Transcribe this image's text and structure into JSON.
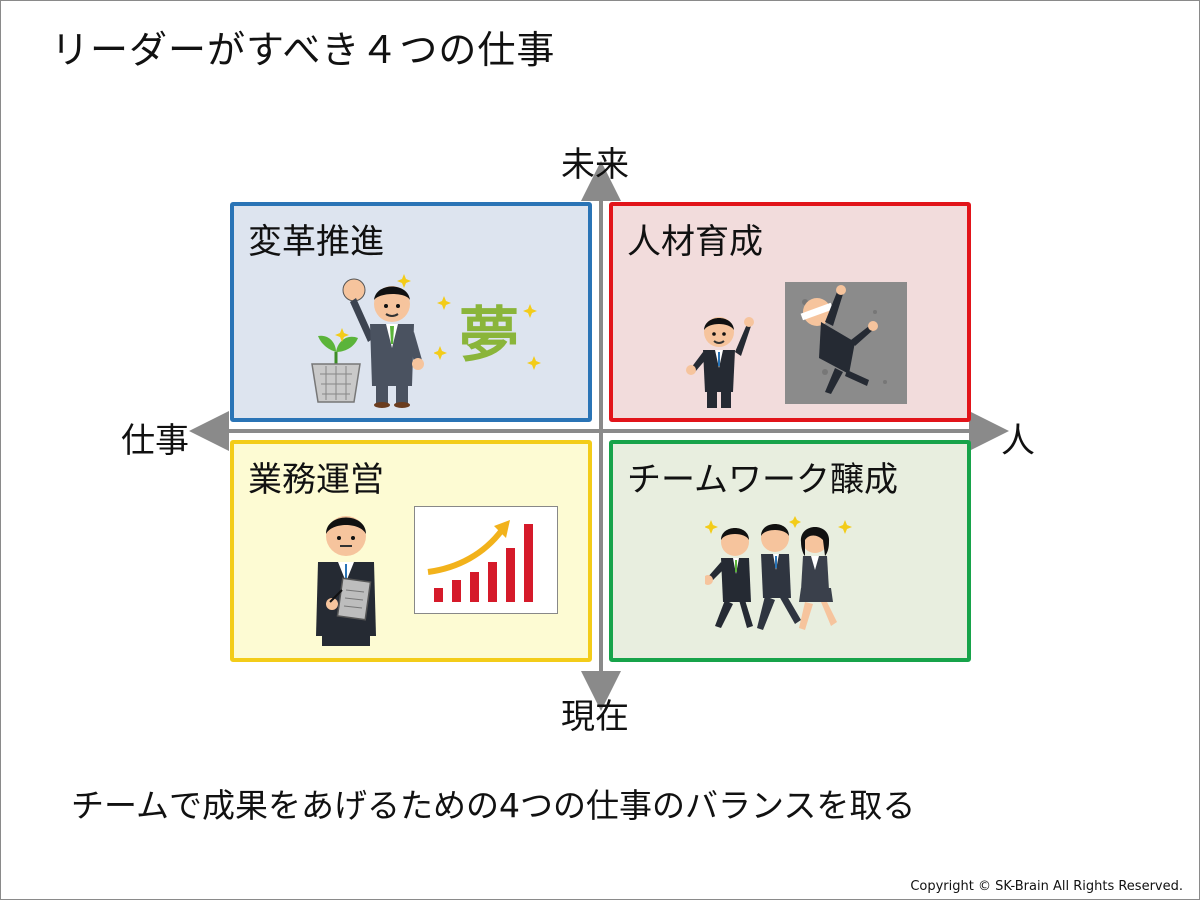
{
  "title": "リーダーがすべき４つの仕事",
  "axes": {
    "top": "未来",
    "bottom": "現在",
    "left": "仕事",
    "right": "人"
  },
  "quadrants": {
    "top_left": {
      "label": "変革推進",
      "color": "#2a74b6",
      "fill": "#dde4ef",
      "badge_text": "夢"
    },
    "top_right": {
      "label": "人材育成",
      "color": "#e2141a",
      "fill": "#f2dcdc"
    },
    "bottom_left": {
      "label": "業務運営",
      "color": "#f3cc19",
      "fill": "#fdfbd3"
    },
    "bottom_right": {
      "label": "チームワーク醸成",
      "color": "#17a34a",
      "fill": "#e8eedf"
    }
  },
  "subtitle": "チームで成果をあげるための4つの仕事のバランスを取る",
  "copyright": "Copyright ©  SK-Brain  All Rights Reserved."
}
